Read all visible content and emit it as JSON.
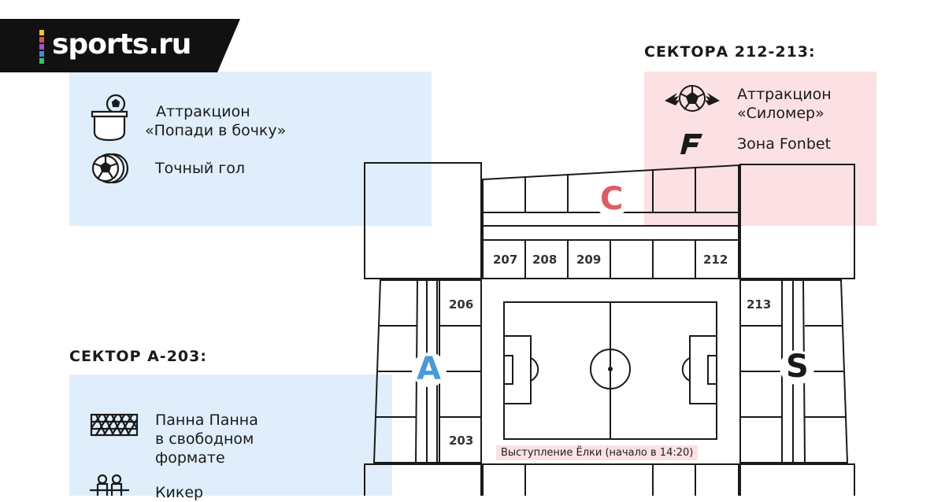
{
  "logo": {
    "text": "sports.ru",
    "bar_colors": [
      "#f2c230",
      "#e84e4e",
      "#9b59d0",
      "#3b8fe0",
      "#3fbf6b"
    ]
  },
  "sectors": {
    "sector_212_213": {
      "title": "СЕКТОРА 212-213:",
      "items": [
        {
          "icon": "ball-wings-icon",
          "lines": [
            "Аттракцион",
            "«Силомер»"
          ]
        },
        {
          "icon": "fonbet-f-icon",
          "lines": [
            "Зона Fonbet"
          ]
        }
      ]
    },
    "top_left": {
      "items": [
        {
          "icon": "ball-bucket-icon",
          "lines": [
            "Аттракцион",
            "«Попади в бочку»"
          ]
        },
        {
          "icon": "ball-target-icon",
          "lines": [
            "Точный гол"
          ]
        }
      ]
    },
    "sector_a_203": {
      "title": "СЕКТОР А-203:",
      "items": [
        {
          "icon": "goal-net-icon",
          "lines": [
            "Панна Панна",
            "в свободном",
            "формате"
          ]
        },
        {
          "icon": "foosball-icon",
          "lines": [
            "Кикер"
          ]
        }
      ]
    }
  },
  "stands": {
    "c": {
      "letter": "C",
      "color": "#e05a66"
    },
    "a": {
      "letter": "A",
      "color": "#4a9ad8"
    },
    "s": {
      "letter": "S",
      "color": "#1a1a1a"
    }
  },
  "seat_labels": {
    "s207": "207",
    "s208": "208",
    "s209": "209",
    "s212": "212",
    "s206": "206",
    "s203": "203",
    "s213": "213"
  },
  "performance": {
    "label": "Выступление Ёлки (начало в 14:20)"
  }
}
